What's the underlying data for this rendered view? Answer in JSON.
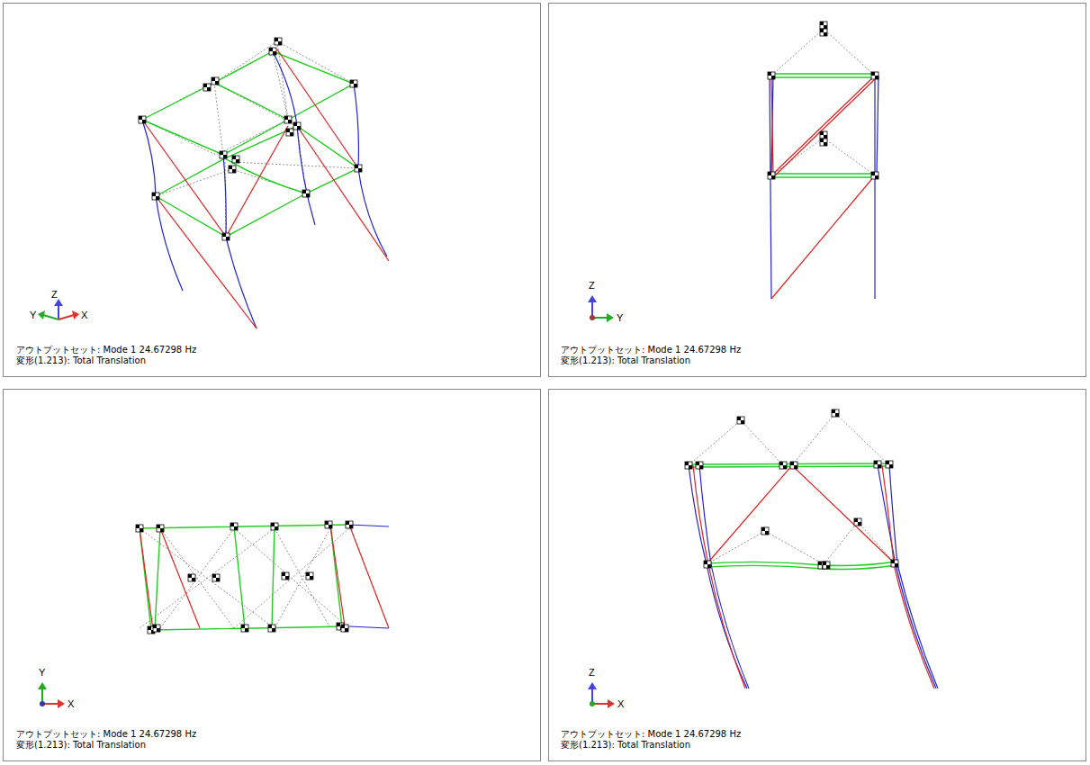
{
  "diagram": {
    "labels": [
      "Z",
      "Y",
      "X",
      "アウトプットセット: Mode 1 24.67298 Hz",
      "変形(1.213): Total Translation",
      "Z",
      "Y",
      "アウトプットセット: Mode 1 24.67298 Hz",
      "変形(1.213): Total Translation",
      "Y",
      "X",
      "アウトプットセット: Mode 1 24.67298 Hz",
      "変形(1.213): Total Translation",
      "Z",
      "X",
      "アウトプットセット: Mode 1 24.67298 Hz",
      "変形(1.213): Total Translation"
    ]
  }
}
